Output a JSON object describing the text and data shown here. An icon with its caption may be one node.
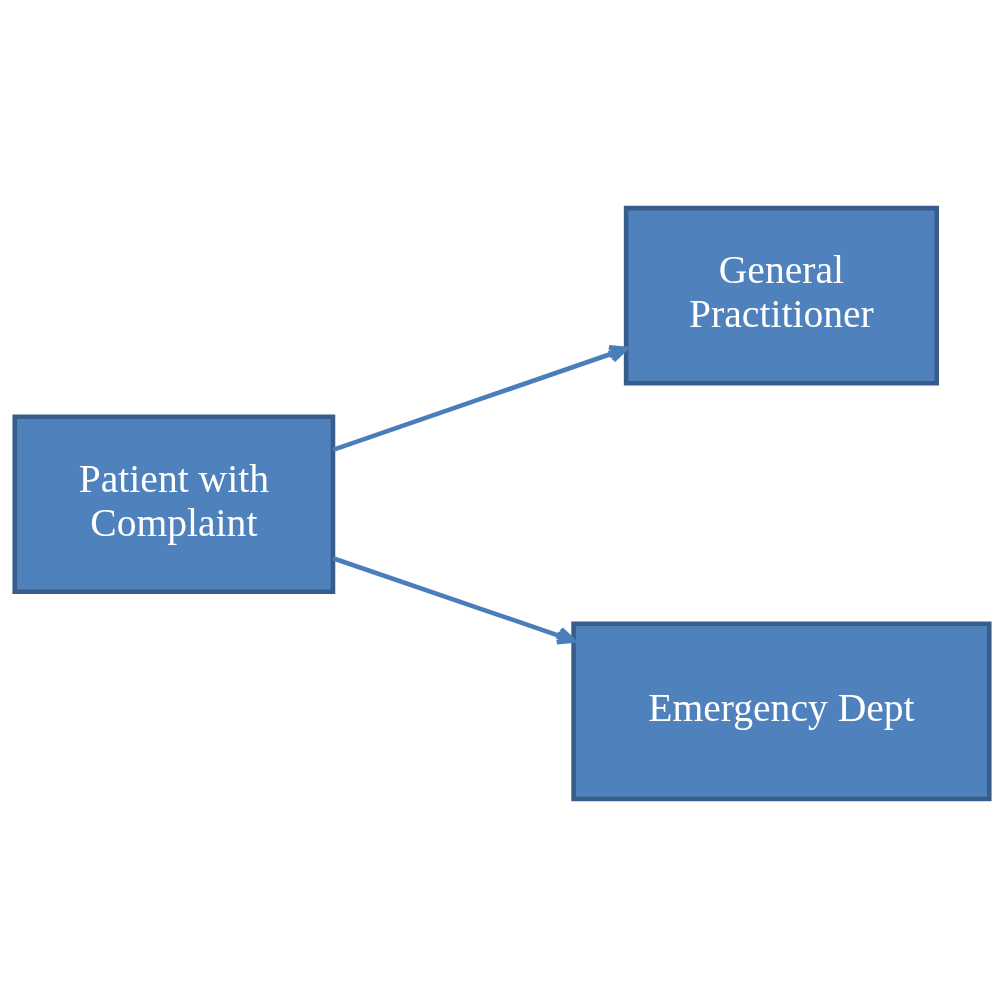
{
  "diagram": {
    "nodes": [
      {
        "text": [
          "Patient with Complaint"
        ]
      },
      {
        "text": [
          "General Practitioner"
        ]
      },
      {
        "text": [
          "Emergency Dept"
        ]
      }
    ],
    "edges": [
      {
        "from": 0,
        "to": 1,
        "arrow": "to"
      },
      {
        "from": 0,
        "to": 2,
        "arrow": "to"
      }
    ]
  }
}
